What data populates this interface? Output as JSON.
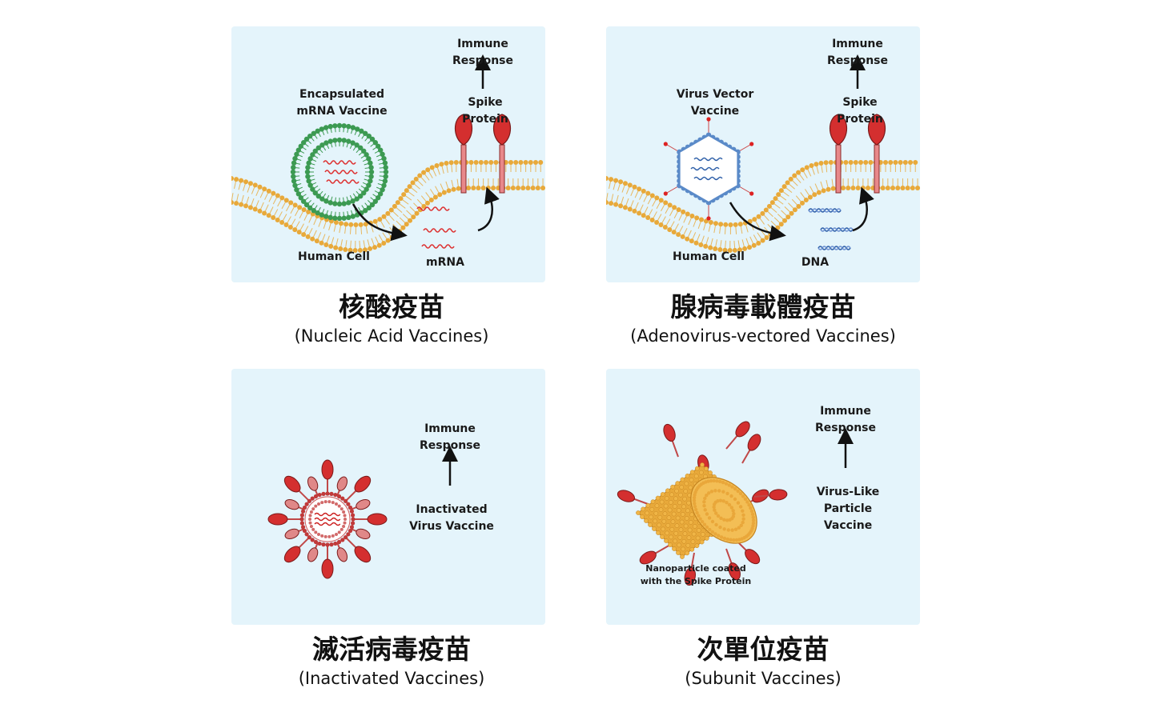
{
  "panels": {
    "nucleic": {
      "immune": "Immune Response",
      "vaccine": "Encapsulated\nmRNA Vaccine",
      "spike": "Spike Protein",
      "cell": "Human Cell",
      "payload": "mRNA"
    },
    "adeno": {
      "immune": "Immune Response",
      "vaccine": "Virus Vector\nVaccine",
      "spike": "Spike Protein",
      "cell": "Human Cell",
      "payload": "DNA"
    },
    "inactivated": {
      "immune": "Immune Response",
      "vaccine": "Inactivated\nVirus Vaccine"
    },
    "subunit": {
      "immune": "Immune Response",
      "vaccine": "Virus-Like\nParticle Vaccine",
      "particle": "Nanoparticle coated\nwith the Spike Protein"
    }
  },
  "captions": {
    "nucleic": {
      "zh": "核酸疫苗",
      "en": "(Nucleic Acid Vaccines)"
    },
    "adeno": {
      "zh": "腺病毒載體疫苗",
      "en": "(Adenovirus-vectored Vaccines)"
    },
    "inactivated": {
      "zh": "滅活病毒疫苗",
      "en": "(Inactivated Vaccines)"
    },
    "subunit": {
      "zh": "次單位疫苗",
      "en": "(Subunit Vaccines)"
    }
  },
  "colors": {
    "panel": "#e4f4fb",
    "membrane": "#e8a93a",
    "lipid_green": "#3c9a52",
    "spike_red": "#d42f2f",
    "dna_blue": "#2e5fa8"
  }
}
